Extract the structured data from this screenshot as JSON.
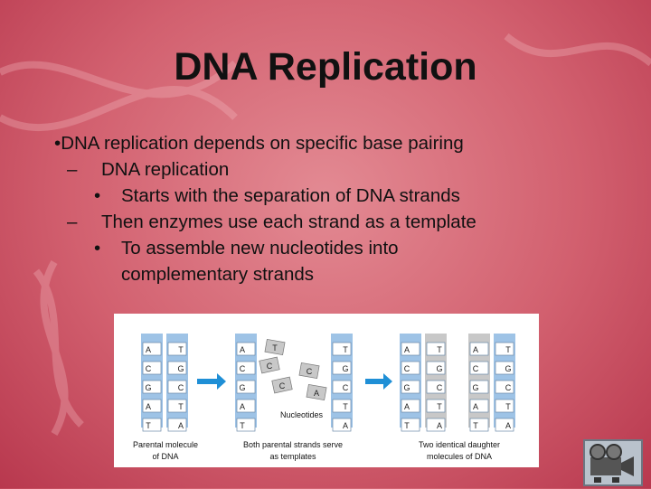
{
  "slide": {
    "title": "DNA Replication",
    "bullets": [
      {
        "level": 1,
        "mark": "•",
        "text": "DNA replication depends on specific base pairing"
      },
      {
        "level": 2,
        "mark": "–",
        "text": "DNA replication"
      },
      {
        "level": 3,
        "mark": "•",
        "text": "Starts with the separation of DNA strands"
      },
      {
        "level": 2,
        "mark": "–",
        "text": "Then enzymes use each strand as a template"
      },
      {
        "level": 3,
        "mark": "•",
        "text": "To assemble new nucleotides into"
      },
      {
        "level": 3,
        "mark": "",
        "text": "complementary strands"
      }
    ]
  },
  "figure": {
    "parental_pairs": [
      [
        "A",
        "T"
      ],
      [
        "C",
        "G"
      ],
      [
        "G",
        "C"
      ],
      [
        "A",
        "T"
      ],
      [
        "T",
        "A"
      ]
    ],
    "free_nucleotides": [
      "T",
      "C",
      "C",
      "C",
      "A"
    ],
    "nucleotides_label": "Nucleotides",
    "captions": {
      "parental": [
        "Parental molecule",
        "of DNA"
      ],
      "templates": [
        "Both parental strands serve",
        "as templates"
      ],
      "daughters": [
        "Two identical daughter",
        "molecules of DNA"
      ]
    },
    "colors": {
      "parental_strand": "#9ec3e6",
      "new_strand": "#c8c8c8",
      "arrow": "#1f8fd6"
    }
  },
  "icons": {
    "film_icon": "film-camera-icon"
  }
}
